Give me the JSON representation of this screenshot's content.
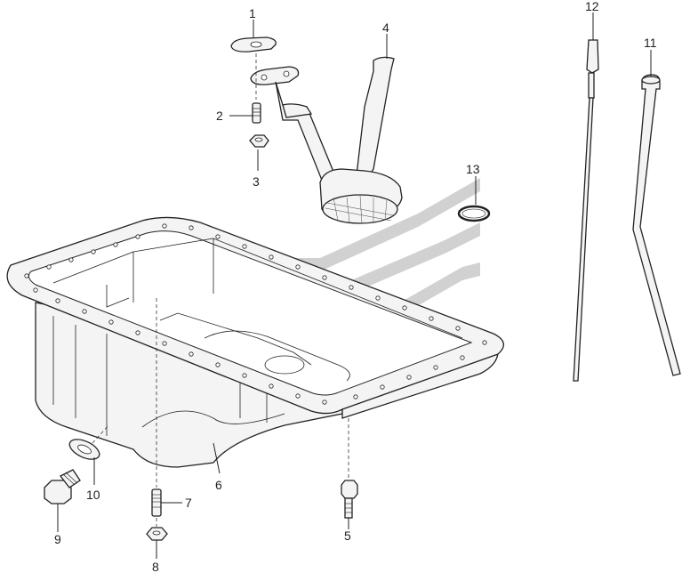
{
  "diagram": {
    "callouts": [
      {
        "id": "c1",
        "text": "1"
      },
      {
        "id": "c2",
        "text": "2"
      },
      {
        "id": "c3",
        "text": "3"
      },
      {
        "id": "c4",
        "text": "4"
      },
      {
        "id": "c5",
        "text": "5"
      },
      {
        "id": "c6",
        "text": "6"
      },
      {
        "id": "c7",
        "text": "7"
      },
      {
        "id": "c8",
        "text": "8"
      },
      {
        "id": "c9",
        "text": "9"
      },
      {
        "id": "c10",
        "text": "10"
      },
      {
        "id": "c11",
        "text": "11"
      },
      {
        "id": "c12",
        "text": "12"
      },
      {
        "id": "c13",
        "text": "13"
      }
    ],
    "colors": {
      "line": "#222222",
      "watermark": "#b0b0b0",
      "background": "#ffffff"
    }
  }
}
